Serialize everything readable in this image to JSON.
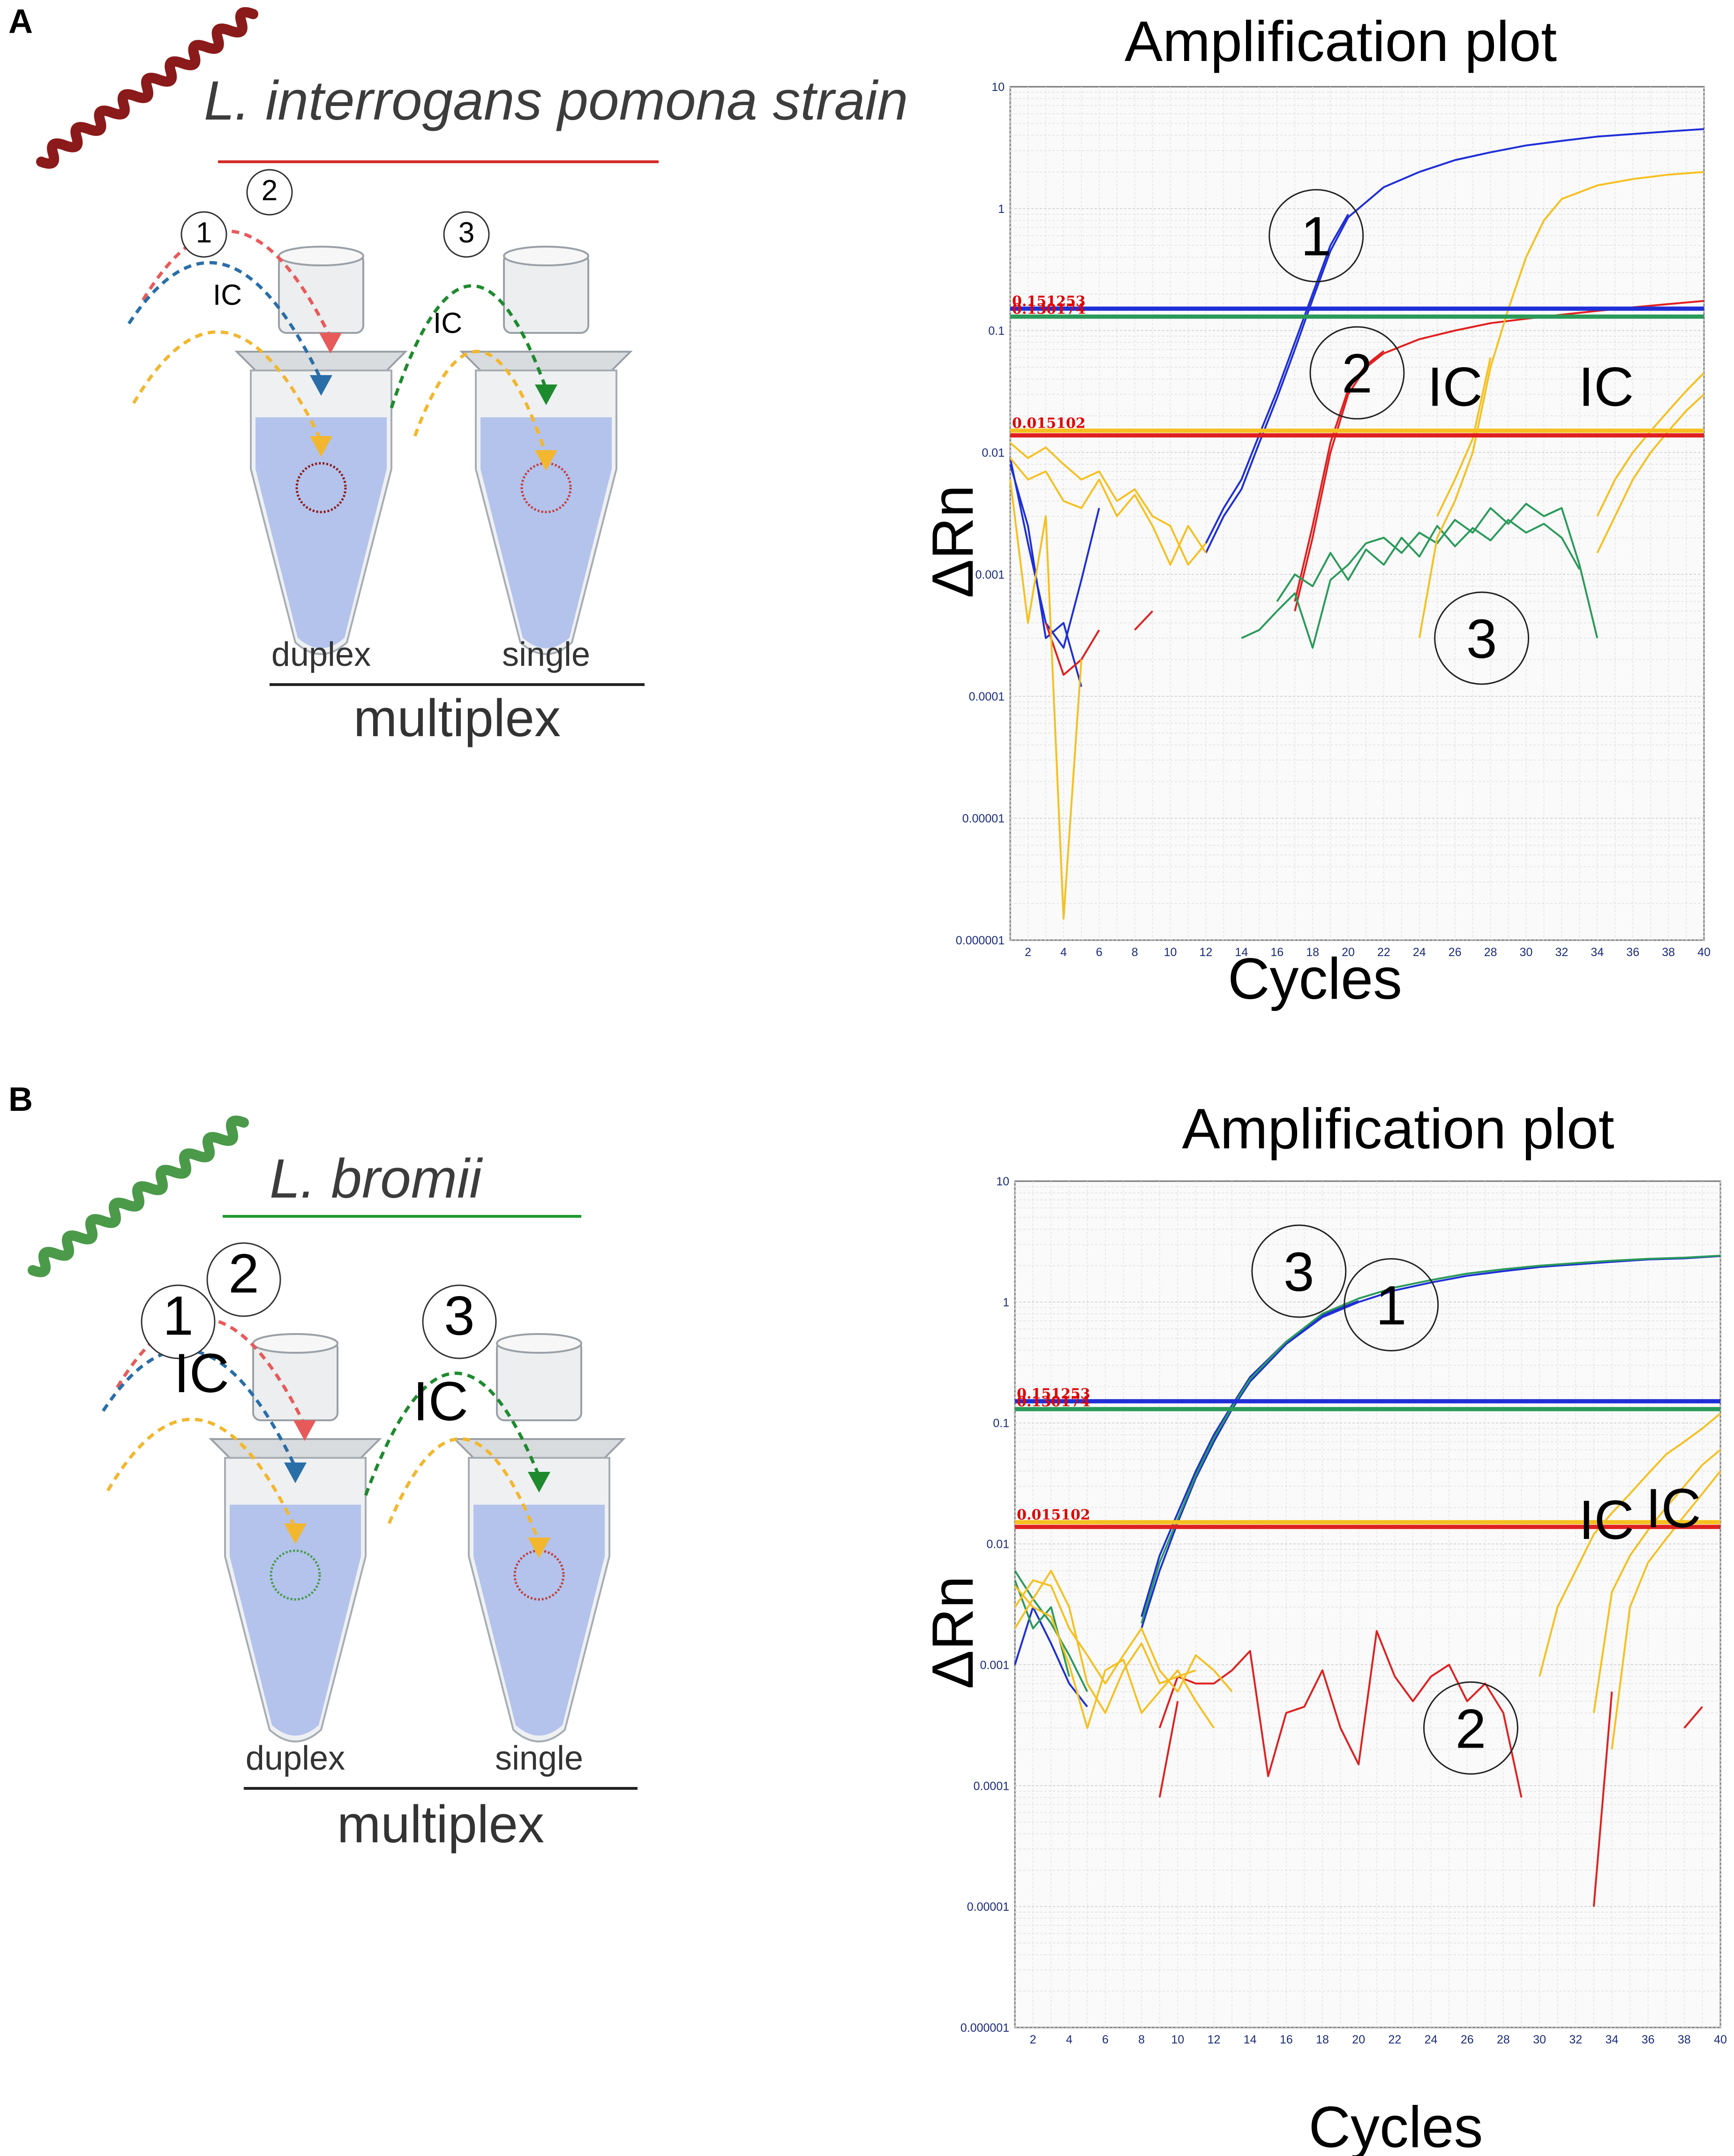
{
  "panels": [
    {
      "letter": "A",
      "organism": "L. interrogans pomona strain",
      "organism_color": "#8b1a1a",
      "underline_color": "#d42a2a",
      "tube_left_label": "duplex",
      "tube_right_label": "single",
      "group_label": "multiplex",
      "arc_labels": [
        "1",
        "2",
        "3",
        "IC",
        "IC"
      ]
    },
    {
      "letter": "B",
      "organism": "L. bromii",
      "organism_color": "#4a9a4a",
      "underline_color": "#1e9a2e",
      "tube_left_label": "duplex",
      "tube_right_label": "single",
      "group_label": "multiplex",
      "arc_labels": [
        "1",
        "2",
        "3",
        "IC",
        "IC"
      ]
    }
  ],
  "colors": {
    "target1": "#1f2fd6",
    "target2": "#e02020",
    "target3": "#2a9a5a",
    "ic": "#f5c020",
    "threshold_label": "#e00000"
  },
  "chart_data": [
    {
      "type": "line",
      "title": "Amplification plot",
      "xlabel": "Cycles",
      "ylabel": "ΔRn",
      "yscale": "log",
      "xlim": [
        1,
        40
      ],
      "ylim": [
        1e-06,
        10
      ],
      "x_ticks": [
        2,
        4,
        6,
        8,
        10,
        12,
        14,
        16,
        18,
        20,
        22,
        24,
        26,
        28,
        30,
        32,
        34,
        36,
        38,
        40
      ],
      "y_ticks": [
        {
          "v": 1e-06,
          "label": "0.000001"
        },
        {
          "v": 1e-05,
          "label": "0.00001"
        },
        {
          "v": 0.0001,
          "label": "0.0001"
        },
        {
          "v": 0.001,
          "label": "0.001"
        },
        {
          "v": 0.01,
          "label": "0.01"
        },
        {
          "v": 0.1,
          "label": "0.1"
        },
        {
          "v": 1,
          "label": "1"
        },
        {
          "v": 10,
          "label": "10"
        }
      ],
      "grid": true,
      "thresholds": [
        {
          "value": 0.151253,
          "label": "0.151253",
          "color": "#1f2fd6"
        },
        {
          "value": 0.130174,
          "label": "0.130174",
          "color": "#2a9a5a"
        },
        {
          "value": 0.015102,
          "label": "0.015102",
          "color": "#f5c020"
        },
        {
          "value": 0.013818,
          "label": "",
          "color": "#e02020"
        }
      ],
      "series": [
        {
          "color": "#1f2fd6",
          "x": [
            1,
            2,
            3,
            4,
            5
          ],
          "y": [
            0.008,
            0.0025,
            0.0003,
            0.0004,
            0.00012
          ]
        },
        {
          "color": "#1f2fd6",
          "x": [
            1,
            2,
            3,
            4,
            5,
            6
          ],
          "y": [
            0.009,
            0.0018,
            0.0004,
            0.00025,
            0.0009,
            0.0035
          ]
        },
        {
          "color": "#1f2fd6",
          "x": [
            12,
            13,
            14,
            15,
            16,
            17,
            18,
            19,
            20,
            22,
            24,
            26,
            28,
            30,
            32,
            34,
            36,
            38,
            40
          ],
          "y": [
            0.0015,
            0.003,
            0.005,
            0.012,
            0.028,
            0.07,
            0.18,
            0.45,
            0.85,
            1.5,
            2.0,
            2.5,
            2.9,
            3.3,
            3.6,
            3.9,
            4.1,
            4.3,
            4.5
          ]
        },
        {
          "color": "#1f2fd6",
          "x": [
            12,
            13,
            14,
            15,
            16,
            17,
            18,
            19,
            20
          ],
          "y": [
            0.0018,
            0.0035,
            0.006,
            0.014,
            0.032,
            0.08,
            0.2,
            0.5,
            0.9
          ]
        },
        {
          "color": "#e02020",
          "x": [
            3,
            4,
            5,
            6
          ],
          "y": [
            0.0004,
            0.00015,
            0.0002,
            0.00035
          ]
        },
        {
          "color": "#e02020",
          "x": [
            8,
            9
          ],
          "y": [
            0.00035,
            0.0005
          ]
        },
        {
          "color": "#e02020",
          "x": [
            17,
            18,
            19,
            20,
            21,
            22,
            24,
            26,
            28,
            30,
            32,
            34,
            36,
            38,
            40
          ],
          "y": [
            0.0005,
            0.002,
            0.01,
            0.03,
            0.05,
            0.065,
            0.085,
            0.1,
            0.115,
            0.125,
            0.135,
            0.145,
            0.155,
            0.165,
            0.175
          ]
        },
        {
          "color": "#e02020",
          "x": [
            17,
            18,
            19,
            20,
            21,
            22
          ],
          "y": [
            0.0006,
            0.0025,
            0.012,
            0.033,
            0.052,
            0.068
          ]
        },
        {
          "color": "#2a9a5a",
          "x": [
            14,
            15,
            16,
            17,
            18,
            19,
            20,
            21,
            22,
            23,
            24,
            25,
            26,
            27,
            28,
            29,
            30,
            31,
            32,
            33,
            34
          ],
          "y": [
            0.0003,
            0.00035,
            0.0005,
            0.0007,
            0.00025,
            0.0009,
            0.0012,
            0.0018,
            0.002,
            0.0015,
            0.0022,
            0.0018,
            0.0028,
            0.0022,
            0.0035,
            0.0026,
            0.0038,
            0.003,
            0.0035,
            0.0012,
            0.0003
          ]
        },
        {
          "color": "#2a9a5a",
          "x": [
            16,
            17,
            18,
            19,
            20,
            21,
            22,
            23,
            24,
            25,
            26,
            27,
            28,
            29,
            30,
            31,
            32,
            33
          ],
          "y": [
            0.0006,
            0.001,
            0.0008,
            0.0015,
            0.0009,
            0.0016,
            0.0012,
            0.002,
            0.0014,
            0.0025,
            0.0017,
            0.0024,
            0.0019,
            0.0028,
            0.0022,
            0.0026,
            0.002,
            0.0011
          ]
        },
        {
          "color": "#f5c020",
          "x": [
            1,
            2,
            3,
            4,
            5,
            6,
            7,
            8,
            9,
            10,
            11,
            12
          ],
          "y": [
            0.012,
            0.009,
            0.011,
            0.008,
            0.006,
            0.007,
            0.004,
            0.005,
            0.003,
            0.0025,
            0.0012,
            0.0018
          ]
        },
        {
          "color": "#f5c020",
          "x": [
            1,
            2,
            3,
            4,
            5,
            6,
            7,
            8,
            9,
            10,
            11,
            12
          ],
          "y": [
            0.009,
            0.006,
            0.007,
            0.004,
            0.0035,
            0.006,
            0.003,
            0.0045,
            0.0025,
            0.0012,
            0.0025,
            0.0015
          ]
        },
        {
          "color": "#f5c020",
          "x": [
            1,
            2,
            3,
            4,
            5
          ],
          "y": [
            0.006,
            0.0004,
            0.003,
            1.5e-06,
            0.0002
          ]
        },
        {
          "color": "#f5c020",
          "x": [
            24,
            25,
            26,
            27,
            28,
            29,
            30,
            31,
            32,
            34,
            36,
            38,
            40
          ],
          "y": [
            0.0003,
            0.002,
            0.004,
            0.01,
            0.05,
            0.15,
            0.4,
            0.8,
            1.2,
            1.55,
            1.75,
            1.9,
            2.0
          ]
        },
        {
          "color": "#f5c020",
          "x": [
            25,
            26,
            27,
            28
          ],
          "y": [
            0.003,
            0.006,
            0.013,
            0.06
          ]
        },
        {
          "color": "#f5c020",
          "x": [
            34,
            35,
            36,
            37,
            38,
            39,
            40
          ],
          "y": [
            0.003,
            0.006,
            0.01,
            0.015,
            0.022,
            0.032,
            0.045
          ]
        },
        {
          "color": "#f5c020",
          "x": [
            34,
            35,
            36,
            37,
            38,
            39,
            40
          ],
          "y": [
            0.0015,
            0.003,
            0.006,
            0.01,
            0.015,
            0.022,
            0.03
          ]
        }
      ],
      "callouts": [
        {
          "text": "1",
          "x": 18.2,
          "y": 0.6,
          "circle": true
        },
        {
          "text": "2",
          "x": 20.5,
          "y": 0.045,
          "circle": true
        },
        {
          "text": "3",
          "x": 27.5,
          "y": 0.0003,
          "circle": true
        },
        {
          "text": "IC",
          "x": 26,
          "y": 0.035,
          "circle": false
        },
        {
          "text": "IC",
          "x": 34.5,
          "y": 0.035,
          "circle": false
        }
      ]
    },
    {
      "type": "line",
      "title": "Amplification plot",
      "xlabel": "Cycles",
      "ylabel": "ΔRn",
      "yscale": "log",
      "xlim": [
        1,
        40
      ],
      "ylim": [
        1e-06,
        10
      ],
      "x_ticks": [
        2,
        4,
        6,
        8,
        10,
        12,
        14,
        16,
        18,
        20,
        22,
        24,
        26,
        28,
        30,
        32,
        34,
        36,
        38,
        40
      ],
      "y_ticks": [
        {
          "v": 1e-06,
          "label": "0.000001"
        },
        {
          "v": 1e-05,
          "label": "0.00001"
        },
        {
          "v": 0.0001,
          "label": "0.0001"
        },
        {
          "v": 0.001,
          "label": "0.001"
        },
        {
          "v": 0.01,
          "label": "0.01"
        },
        {
          "v": 0.1,
          "label": "0.1"
        },
        {
          "v": 1,
          "label": "1"
        },
        {
          "v": 10,
          "label": "10"
        }
      ],
      "grid": true,
      "thresholds": [
        {
          "value": 0.151253,
          "label": "0.151253",
          "color": "#1f2fd6"
        },
        {
          "value": 0.130174,
          "label": "0.130174",
          "color": "#2a9a5a"
        },
        {
          "value": 0.015102,
          "label": "0.015102",
          "color": "#f5c020"
        },
        {
          "value": 0.013818,
          "label": "",
          "color": "#e02020"
        }
      ],
      "series": [
        {
          "color": "#1f2fd6",
          "x": [
            1,
            2,
            3,
            4,
            5
          ],
          "y": [
            0.001,
            0.003,
            0.0015,
            0.0007,
            0.00045
          ]
        },
        {
          "color": "#1f2fd6",
          "x": [
            8,
            9,
            10,
            11,
            12,
            13,
            14,
            16,
            18,
            20,
            22,
            24,
            26,
            28,
            30,
            32,
            34,
            36,
            38,
            40
          ],
          "y": [
            0.002,
            0.006,
            0.015,
            0.035,
            0.07,
            0.13,
            0.22,
            0.45,
            0.75,
            1.0,
            1.25,
            1.45,
            1.65,
            1.8,
            1.95,
            2.05,
            2.15,
            2.25,
            2.3,
            2.4
          ]
        },
        {
          "color": "#1f2fd6",
          "x": [
            8,
            9,
            10,
            11,
            12,
            13,
            14,
            16,
            18,
            20
          ],
          "y": [
            0.0025,
            0.008,
            0.018,
            0.04,
            0.08,
            0.14,
            0.24,
            0.47,
            0.78,
            1.02
          ]
        },
        {
          "color": "#2a9a5a",
          "x": [
            1,
            2,
            3,
            4
          ],
          "y": [
            0.005,
            0.002,
            0.003,
            0.0008
          ]
        },
        {
          "color": "#2a9a5a",
          "x": [
            1,
            2,
            3,
            4,
            5
          ],
          "y": [
            0.006,
            0.0035,
            0.0022,
            0.0012,
            0.0006
          ]
        },
        {
          "color": "#2a9a5a",
          "x": [
            8,
            9,
            10,
            11,
            12,
            13,
            14,
            16,
            18,
            20,
            22,
            24,
            26,
            28,
            30,
            32,
            34,
            36,
            38,
            40
          ],
          "y": [
            0.0022,
            0.007,
            0.016,
            0.037,
            0.075,
            0.135,
            0.23,
            0.47,
            0.8,
            1.07,
            1.32,
            1.52,
            1.72,
            1.87,
            2.0,
            2.1,
            2.2,
            2.28,
            2.33,
            2.42
          ]
        },
        {
          "color": "#e02020",
          "x": [
            9,
            10,
            11,
            12,
            13,
            14,
            15,
            16,
            17,
            18,
            19,
            20,
            21,
            22,
            23,
            24,
            25,
            26,
            27,
            28,
            29
          ],
          "y": [
            0.0003,
            0.0008,
            0.0007,
            0.0007,
            0.0009,
            0.0013,
            0.00012,
            0.0004,
            0.00045,
            0.0009,
            0.0003,
            0.00015,
            0.0019,
            0.0008,
            0.0005,
            0.0008,
            0.001,
            0.0005,
            0.0007,
            0.0004,
            8e-05
          ]
        },
        {
          "color": "#e02020",
          "x": [
            9,
            10
          ],
          "y": [
            8e-05,
            0.0005
          ]
        },
        {
          "color": "#e02020",
          "x": [
            33,
            34
          ],
          "y": [
            1e-05,
            0.0006
          ]
        },
        {
          "color": "#e02020",
          "x": [
            38,
            39
          ],
          "y": [
            0.0003,
            0.00045
          ]
        },
        {
          "color": "#f5c020",
          "x": [
            1,
            2,
            3,
            4,
            5,
            6,
            7,
            8,
            9,
            10,
            11,
            12,
            13
          ],
          "y": [
            0.003,
            0.005,
            0.0045,
            0.002,
            0.0012,
            0.0007,
            0.0012,
            0.002,
            0.0009,
            0.0006,
            0.0012,
            0.0009,
            0.0006
          ]
        },
        {
          "color": "#f5c020",
          "x": [
            1,
            2,
            3,
            4,
            5,
            6,
            7,
            8,
            9,
            10,
            11
          ],
          "y": [
            0.002,
            0.0035,
            0.006,
            0.003,
            0.0007,
            0.0004,
            0.0009,
            0.0015,
            0.0007,
            0.0008,
            0.0009
          ]
        },
        {
          "color": "#f5c020",
          "x": [
            1,
            2,
            3,
            4,
            5,
            6,
            7,
            8,
            9,
            10,
            11,
            12
          ],
          "y": [
            0.0045,
            0.003,
            0.0025,
            0.001,
            0.0003,
            0.0009,
            0.0011,
            0.0004,
            0.0006,
            0.0009,
            0.0005,
            0.0003
          ]
        },
        {
          "color": "#f5c020",
          "x": [
            30,
            31,
            32,
            33,
            34,
            35,
            36,
            37,
            38,
            39,
            40
          ],
          "y": [
            0.0008,
            0.003,
            0.006,
            0.012,
            0.018,
            0.026,
            0.038,
            0.055,
            0.07,
            0.09,
            0.12
          ]
        },
        {
          "color": "#f5c020",
          "x": [
            33,
            34,
            35,
            36,
            37,
            38,
            39,
            40
          ],
          "y": [
            0.0004,
            0.004,
            0.008,
            0.013,
            0.02,
            0.03,
            0.045,
            0.06
          ]
        },
        {
          "color": "#f5c020",
          "x": [
            34,
            35,
            36,
            37,
            38,
            39,
            40
          ],
          "y": [
            0.0002,
            0.003,
            0.007,
            0.011,
            0.017,
            0.026,
            0.04
          ]
        }
      ],
      "callouts": [
        {
          "text": "3",
          "x": 16.7,
          "y": 1.8,
          "circle": true
        },
        {
          "text": "1",
          "x": 21.8,
          "y": 0.95,
          "circle": true
        },
        {
          "text": "2",
          "x": 26.2,
          "y": 0.0003,
          "circle": true
        },
        {
          "text": "IC",
          "x": 33.7,
          "y": 0.016,
          "circle": false
        },
        {
          "text": "IC",
          "x": 37.4,
          "y": 0.02,
          "circle": false
        }
      ]
    }
  ]
}
